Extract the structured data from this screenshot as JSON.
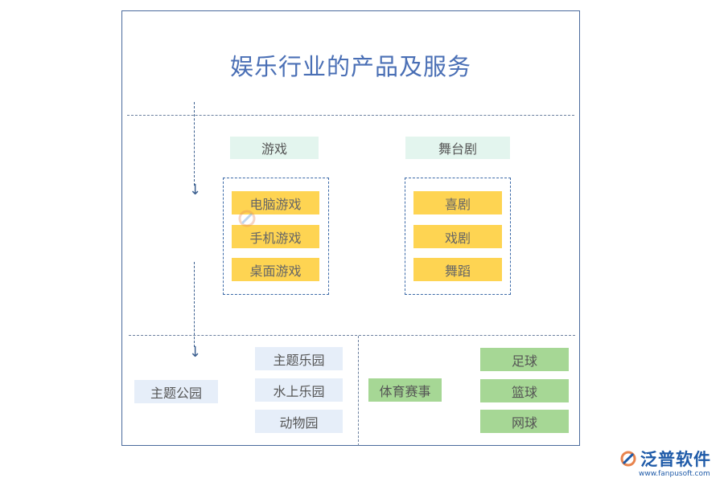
{
  "title": "娱乐行业的产品及服务",
  "games": {
    "header": "游戏",
    "items": [
      "电脑游戏",
      "手机游戏",
      "桌面游戏"
    ]
  },
  "theater": {
    "header": "舞台剧",
    "items": [
      "喜剧",
      "戏剧",
      "舞蹈"
    ]
  },
  "parks": {
    "header": "主题公园",
    "items": [
      "主题乐园",
      "水上乐园",
      "动物园"
    ]
  },
  "sports": {
    "header": "体育赛事",
    "items": [
      "足球",
      "篮球",
      "网球"
    ]
  },
  "logo": {
    "name": "泛普软件",
    "url": "www.fanpusoft.com"
  },
  "colors": {
    "title": "#4a6fb5",
    "mint": "#e3f5ee",
    "yellow": "#fed452",
    "light_blue": "#e6eef9",
    "green": "#a6d795",
    "logo": "#1e5aa8"
  }
}
